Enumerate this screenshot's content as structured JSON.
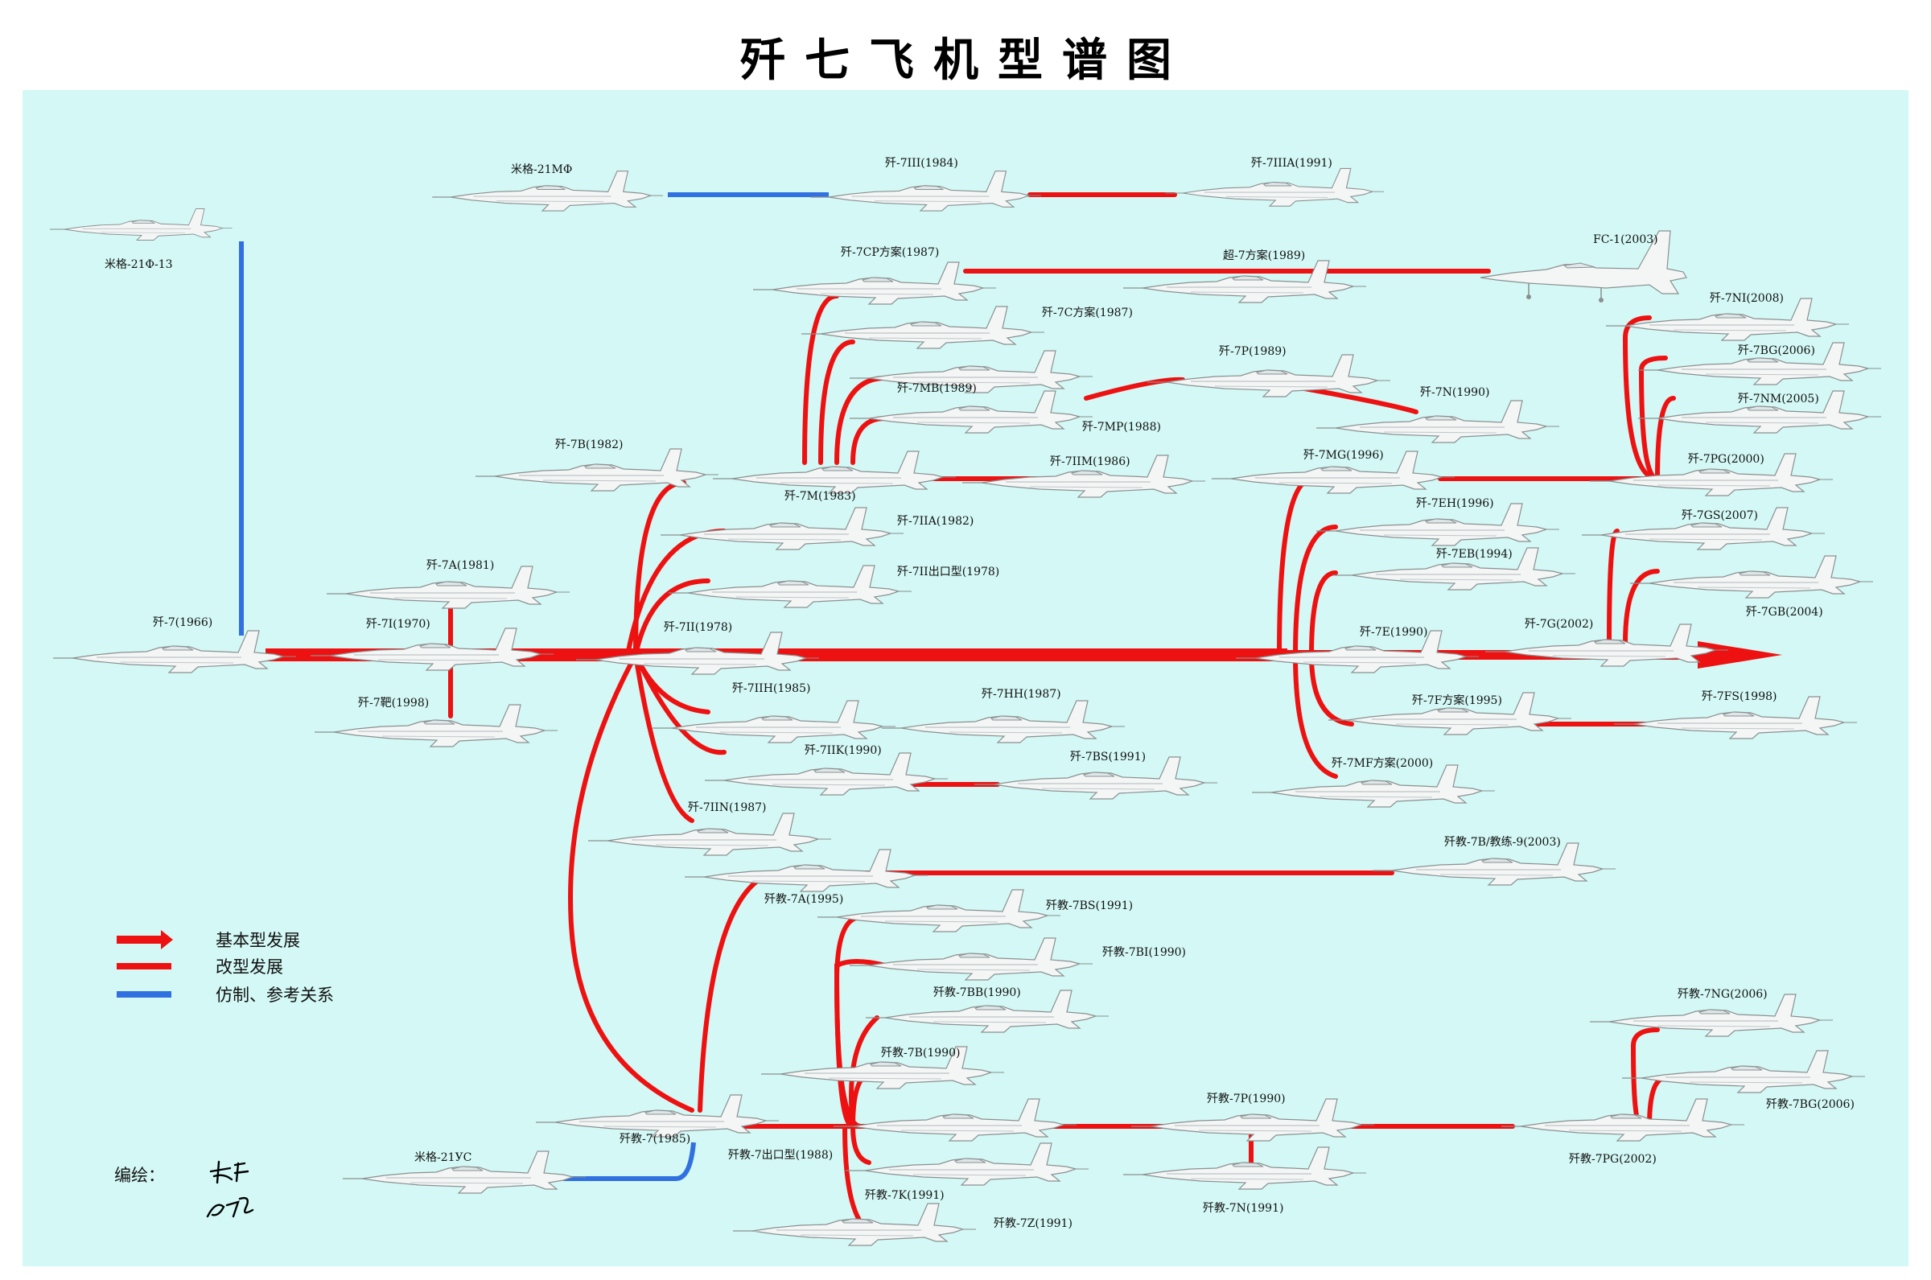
{
  "title": "歼七飞机型谱图",
  "colors": {
    "background": "#d3f8f5",
    "basic": "#ee1111",
    "variant": "#ee1111",
    "reference": "#3070e0",
    "aircraft_fill": "#f4f6f6",
    "aircraft_stroke": "#8a9090"
  },
  "aircraft": [
    {
      "id": "mig21f13",
      "label": "米格-21Φ-13"
    },
    {
      "id": "mig21mf",
      "label": "米格-21MΦ"
    },
    {
      "id": "j7iii",
      "label": "歼-7III(1984)"
    },
    {
      "id": "j7iiia",
      "label": "歼-7IIIA(1991)"
    },
    {
      "id": "j7cp",
      "label": "歼-7CP方案(1987)"
    },
    {
      "id": "chao7",
      "label": "超-7方案(1989)"
    },
    {
      "id": "fc1",
      "label": "FC-1(2003)"
    },
    {
      "id": "j7c",
      "label": "歼-7C方案(1987)"
    },
    {
      "id": "j7mb",
      "label": "歼-7MB(1989)"
    },
    {
      "id": "j7mp",
      "label": "歼-7MP(1988)"
    },
    {
      "id": "j7p",
      "label": "歼-7P(1989)"
    },
    {
      "id": "j7n",
      "label": "歼-7N(1990)"
    },
    {
      "id": "j7b",
      "label": "歼-7B(1982)"
    },
    {
      "id": "j7m",
      "label": "歼-7M(1983)"
    },
    {
      "id": "j7iim",
      "label": "歼-7IIM(1986)"
    },
    {
      "id": "j7mg",
      "label": "歼-7MG(1996)"
    },
    {
      "id": "j7ni",
      "label": "歼-7NI(2008)"
    },
    {
      "id": "j7bg",
      "label": "歼-7BG(2006)"
    },
    {
      "id": "j7nm",
      "label": "歼-7NM(2005)"
    },
    {
      "id": "j7pg",
      "label": "歼-7PG(2000)"
    },
    {
      "id": "j7iia",
      "label": "歼-7IIA(1982)"
    },
    {
      "id": "j7eh",
      "label": "歼-7EH(1996)"
    },
    {
      "id": "j7gs",
      "label": "歼-7GS(2007)"
    },
    {
      "id": "j7a",
      "label": "歼-7A(1981)"
    },
    {
      "id": "j7iiexp",
      "label": "歼-7II出口型(1978)"
    },
    {
      "id": "j7eb",
      "label": "歼-7EB(1994)"
    },
    {
      "id": "j7gb",
      "label": "歼-7GB(2004)"
    },
    {
      "id": "j7",
      "label": "歼-7(1966)"
    },
    {
      "id": "j7i",
      "label": "歼-7I(1970)"
    },
    {
      "id": "j7ii",
      "label": "歼-7II(1978)"
    },
    {
      "id": "j7e",
      "label": "歼-7E(1990)"
    },
    {
      "id": "j7g",
      "label": "歼-7G(2002)"
    },
    {
      "id": "j7ba",
      "label": "歼-7靶(1998)"
    },
    {
      "id": "j7iih",
      "label": "歼-7IIH(1985)"
    },
    {
      "id": "j7hh",
      "label": "歼-7HH(1987)"
    },
    {
      "id": "j7f",
      "label": "歼-7F方案(1995)"
    },
    {
      "id": "j7fs",
      "label": "歼-7FS(1998)"
    },
    {
      "id": "j7iik",
      "label": "歼-7IIK(1990)"
    },
    {
      "id": "j7bs",
      "label": "歼-7BS(1991)"
    },
    {
      "id": "j7mf",
      "label": "歼-7MF方案(2000)"
    },
    {
      "id": "j7iin",
      "label": "歼-7IIN(1987)"
    },
    {
      "id": "jj7b9",
      "label": "歼教-7B/教练-9(2003)"
    },
    {
      "id": "jj7a",
      "label": "歼教-7A(1995)"
    },
    {
      "id": "jj7bs",
      "label": "歼教-7BS(1991)"
    },
    {
      "id": "jj7bi",
      "label": "歼教-7BI(1990)"
    },
    {
      "id": "jj7bb",
      "label": "歼教-7BB(1990)"
    },
    {
      "id": "jj7ng",
      "label": "歼教-7NG(2006)"
    },
    {
      "id": "jj7b",
      "label": "歼教-7B(1990)"
    },
    {
      "id": "jj7bg",
      "label": "歼教-7BG(2006)"
    },
    {
      "id": "jj7",
      "label": "歼教-7(1985)"
    },
    {
      "id": "jj7p",
      "label": "歼教-7P(1990)"
    },
    {
      "id": "jj7exp",
      "label": "歼教-7出口型(1988)"
    },
    {
      "id": "jj7pg",
      "label": "歼教-7PG(2002)"
    },
    {
      "id": "mig21us",
      "label": "米格-21УC"
    },
    {
      "id": "jj7k",
      "label": "歼教-7K(1991)"
    },
    {
      "id": "jj7n",
      "label": "歼教-7N(1991)"
    },
    {
      "id": "jj7z",
      "label": "歼教-7Z(1991)"
    }
  ],
  "legend": [
    {
      "label": "基本型发展",
      "style": "arrow"
    },
    {
      "label": "改型发展",
      "style": "line-red"
    },
    {
      "label": "仿制、参考关系",
      "style": "line-blue"
    }
  ],
  "author": {
    "label": "编绘："
  }
}
